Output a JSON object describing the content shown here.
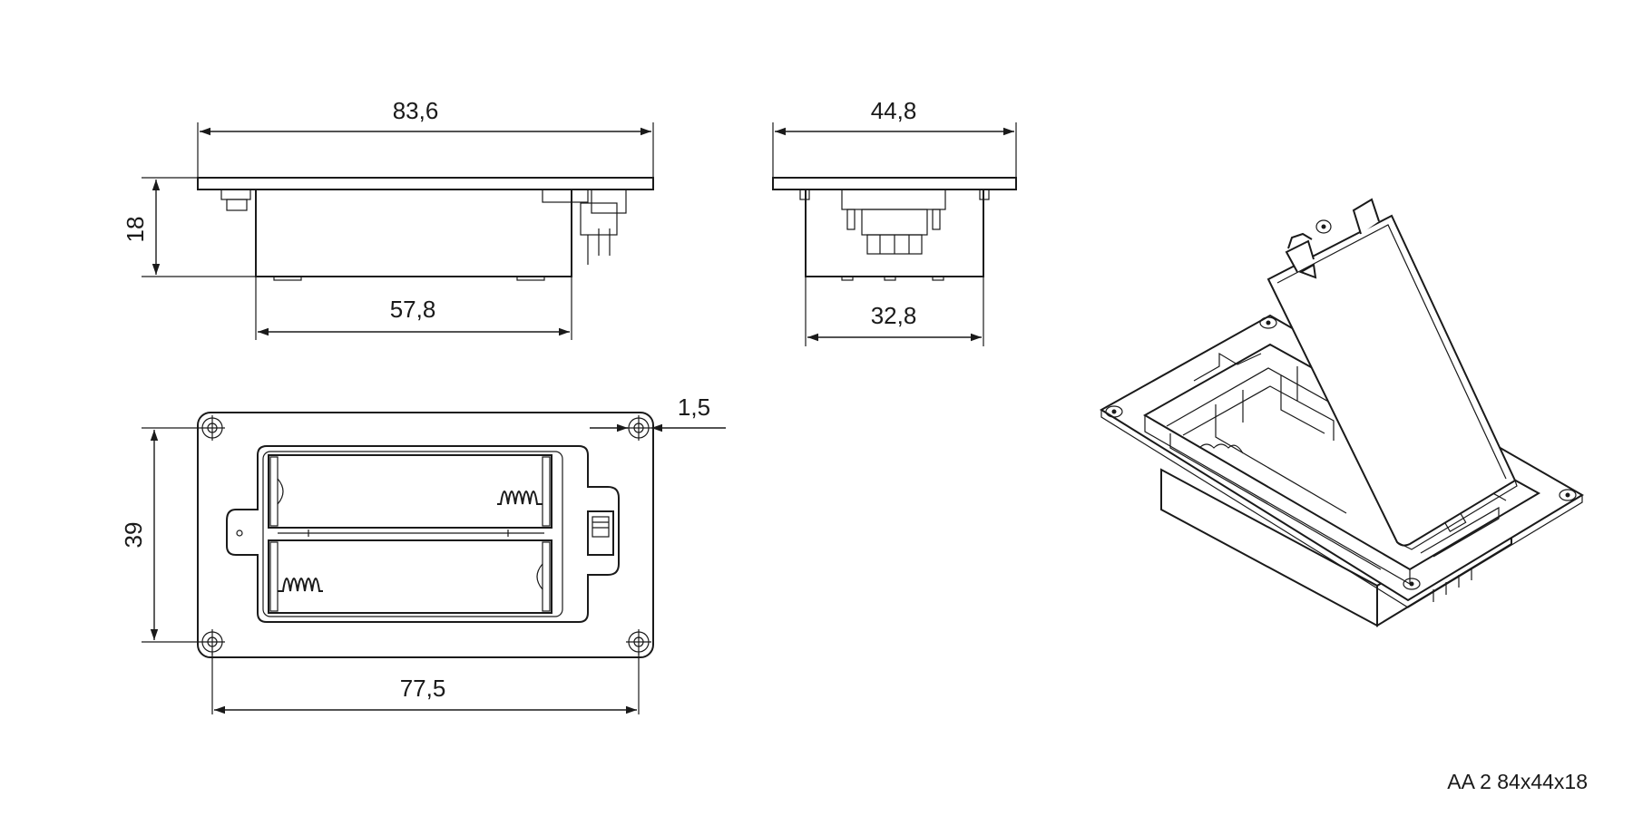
{
  "dimensions": {
    "side_top_width": "83,6",
    "side_height": "18",
    "side_bottom_width": "57,8",
    "end_top_width": "44,8",
    "end_bottom_width": "32,8",
    "plan_hole_offset": "1,5",
    "plan_hole_vertical": "39",
    "plan_hole_horizontal": "77,5"
  },
  "caption": "AA 2 84x44x18"
}
